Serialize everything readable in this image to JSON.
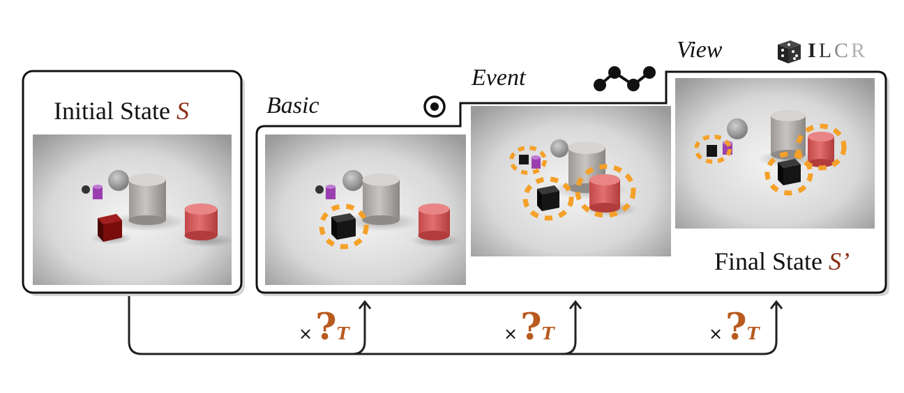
{
  "initial": {
    "title": "Initial State ",
    "var": "S"
  },
  "final": {
    "title": "Final State ",
    "var": "S’"
  },
  "stages": [
    {
      "label": "Basic",
      "icon": "target-icon"
    },
    {
      "label": "Event",
      "icon": "path-nodes-icon"
    },
    {
      "label": "View",
      "icon": "dice-icon"
    }
  ],
  "logo": {
    "l": "L",
    "c": "C",
    "r": "R",
    "bar": "I"
  },
  "multiplier": {
    "symbol": "×",
    "question": "?",
    "subscript": "T"
  },
  "colors": {
    "accent_red": "#8b2f16",
    "question_orange": "#b85a1e",
    "dash_orange": "#f5a028",
    "cube_red": "#7a0c0c",
    "cylinder_red": "#d95d5d",
    "purple": "#9b3fb0"
  }
}
